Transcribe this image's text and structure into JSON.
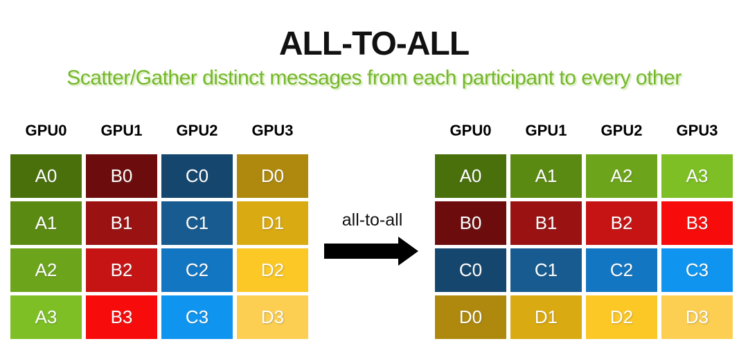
{
  "title": "ALL-TO-ALL",
  "subtitle": "Scatter/Gather distinct messages from each participant to every other",
  "arrow": {
    "label": "all-to-all"
  },
  "colors": {
    "background": "#FFFFFF",
    "title_text": "#111111",
    "subtitle_text": "#75B72B",
    "header_text": "#000000",
    "cell_text": "#FFFFFF",
    "arrow_fill": "#000000"
  },
  "palette": {
    "A": [
      "#4A700C",
      "#5B8A12",
      "#6CA51B",
      "#7DBF25"
    ],
    "B": [
      "#6C0C0C",
      "#9A1212",
      "#C61414",
      "#F70B0B"
    ],
    "C": [
      "#14466E",
      "#175B90",
      "#1376C2",
      "#0F95F0"
    ],
    "D": [
      "#AE890D",
      "#D9AA12",
      "#FCC826",
      "#FCCF52"
    ]
  },
  "left_grid": {
    "headers": [
      "GPU0",
      "GPU1",
      "GPU2",
      "GPU3"
    ],
    "rows": [
      [
        "A0",
        "B0",
        "C0",
        "D0"
      ],
      [
        "A1",
        "B1",
        "C1",
        "D1"
      ],
      [
        "A2",
        "B2",
        "C2",
        "D2"
      ],
      [
        "A3",
        "B3",
        "C3",
        "D3"
      ]
    ]
  },
  "right_grid": {
    "headers": [
      "GPU0",
      "GPU1",
      "GPU2",
      "GPU3"
    ],
    "rows": [
      [
        "A0",
        "A1",
        "A2",
        "A3"
      ],
      [
        "B0",
        "B1",
        "B2",
        "B3"
      ],
      [
        "C0",
        "C1",
        "C2",
        "C3"
      ],
      [
        "D0",
        "D1",
        "D2",
        "D3"
      ]
    ]
  }
}
